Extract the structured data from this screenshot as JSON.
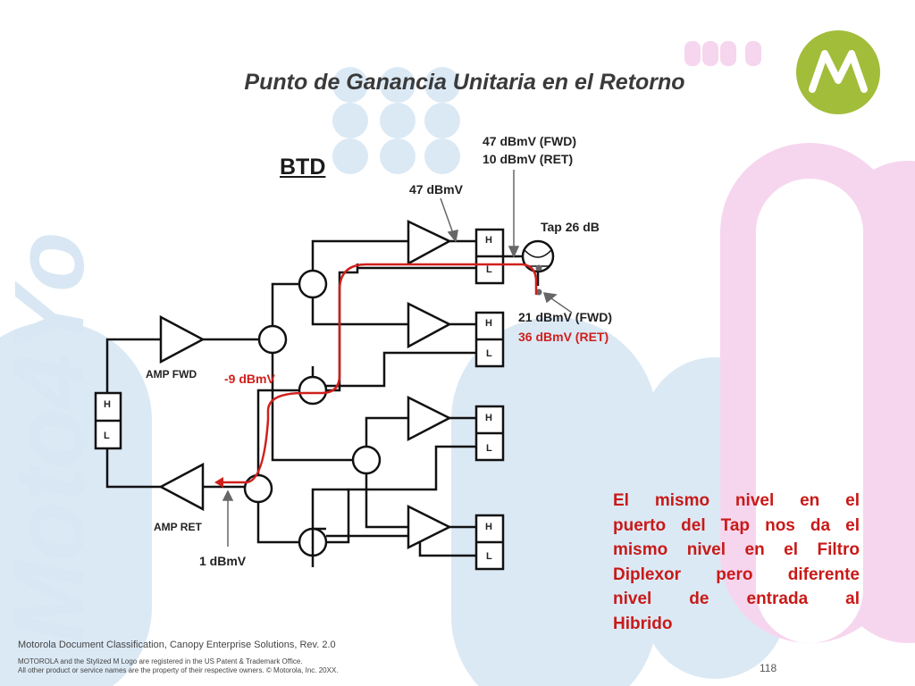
{
  "slide": {
    "title": "Punto de Ganancia Unitaria en el Retorno",
    "subtitle": "BTD",
    "watermark_text": "Moto4Yo",
    "page_number": "118"
  },
  "labels": {
    "tap_fwd_ret_fwd": "47 dBmV (FWD)",
    "tap_fwd_ret_ret": "10 dBmV (RET)",
    "amp_out": "47 dBmV",
    "tap": "Tap 26 dB",
    "port_fwd": "21 dBmV (FWD)",
    "port_ret": "36 dBmV (RET)",
    "amp_fwd": "AMP FWD",
    "amp_ret": "AMP RET",
    "neg9": "-9 dBmV",
    "one": "1 dBmV",
    "h": "H",
    "l": "L"
  },
  "note": {
    "line1": "El mismo nivel en el",
    "line2": "puerto del Tap nos da el",
    "line3": "mismo nivel en el Filtro",
    "line4": "Diplexor pero diferente",
    "line5": "nivel de entrada al",
    "line6": "Hibrido"
  },
  "footer": {
    "classification": "Motorola Document Classification, Canopy Enterprise Solutions, Rev. 2.0",
    "trademark1": "MOTOROLA and the Stylized M Logo are registered in the US Patent & Trademark Office.",
    "trademark2": "All other product or service names are the property of their respective owners. © Motorola, Inc. 20XX."
  },
  "colors": {
    "signal_path": "#d0201c",
    "logo_green": "#a2bd3a",
    "decor_blue": "#d9e8f4",
    "decor_pink": "#f5d3ec"
  },
  "icons": [
    "motorola-logo-icon"
  ]
}
